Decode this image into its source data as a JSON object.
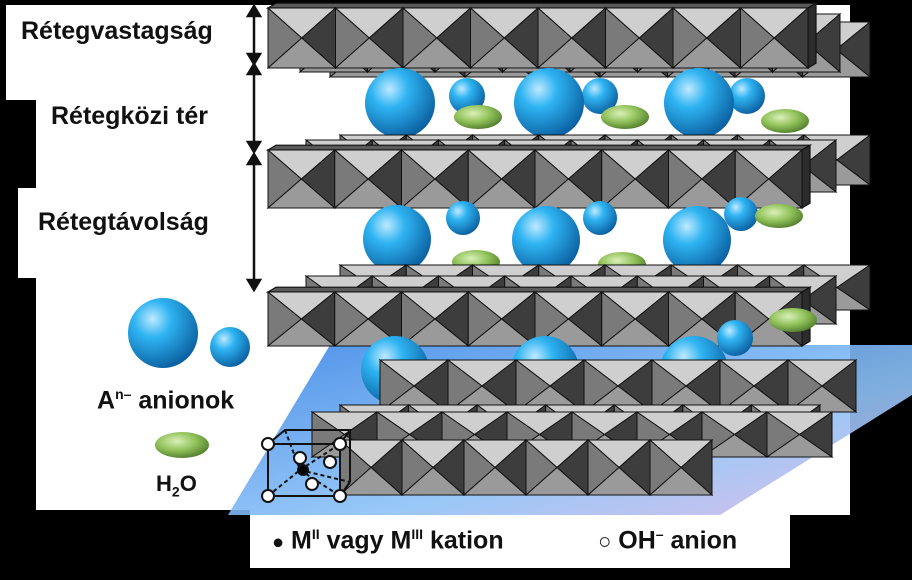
{
  "labels": {
    "layer_thickness": "Rétegvastagság",
    "interlayer_space": "Rétegközi tér",
    "layer_distance": "Rétegtávolság",
    "anions_prefix": "A",
    "anions_charge": "n–",
    "anions_word": " anionok",
    "water_base": "H",
    "water_sub": "2",
    "water_end": "O",
    "cation_bullet": "●",
    "cation_prefix": " M",
    "cation_sup1": "II",
    "cation_middle": " vagy M",
    "cation_sup2": "III",
    "cation_word": " kation",
    "anion_bullet": "○",
    "anion_prefix": " OH",
    "anion_sup": "–",
    "anion_word": " anion"
  },
  "colors": {
    "background": "#000000",
    "panel": "#ffffff",
    "octahedron_light": "#b9b9b9",
    "octahedron_dark": "#3a3a3a",
    "anion_sphere": "#1e9be6",
    "water_ellipse": "#8fbf5a",
    "base_plane": "#6faef0"
  }
}
